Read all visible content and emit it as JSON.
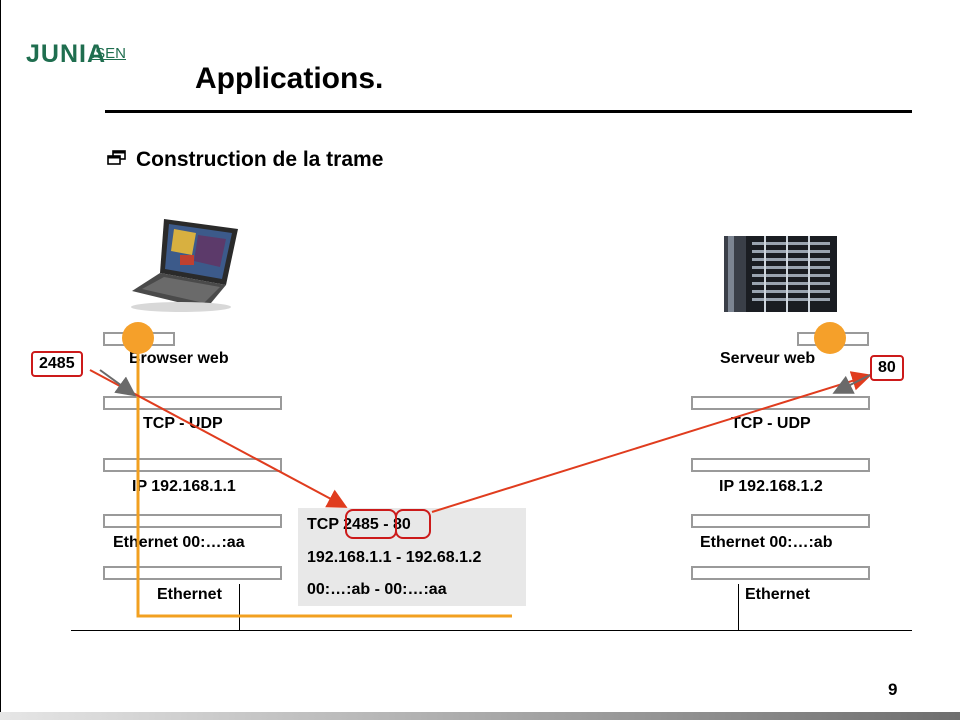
{
  "logo": {
    "brand": "JUNIA",
    "school": "ISEN"
  },
  "title": "Applications.",
  "subtitle": "Construction de la trame",
  "client": {
    "layers": [
      "Browser web",
      "TCP - UDP",
      "IP 192.168.1.1",
      "Ethernet 00:…:aa",
      "Ethernet"
    ],
    "port": "2485",
    "image": "laptop-image"
  },
  "server": {
    "layers": [
      "Serveur web",
      "TCP - UDP",
      "IP 192.168.1.2",
      "Ethernet 00:…:ab",
      "Ethernet"
    ],
    "port": "80",
    "image": "server-rack-image"
  },
  "frame": {
    "tcp_prefix": "TCP ",
    "src_port": "2485",
    "dst_part": " - 80",
    "ip_line": "192.168.1.1 - 192.68.1.2",
    "mac_line": "00:…:ab - 00:…:aa"
  },
  "page_number": "9",
  "colors": {
    "brand": "#1f6e4f",
    "arrow": "#e03c1e",
    "path": "#f2a020",
    "highlight": "#cc1a1a",
    "box_border": "#9a9a9a"
  }
}
